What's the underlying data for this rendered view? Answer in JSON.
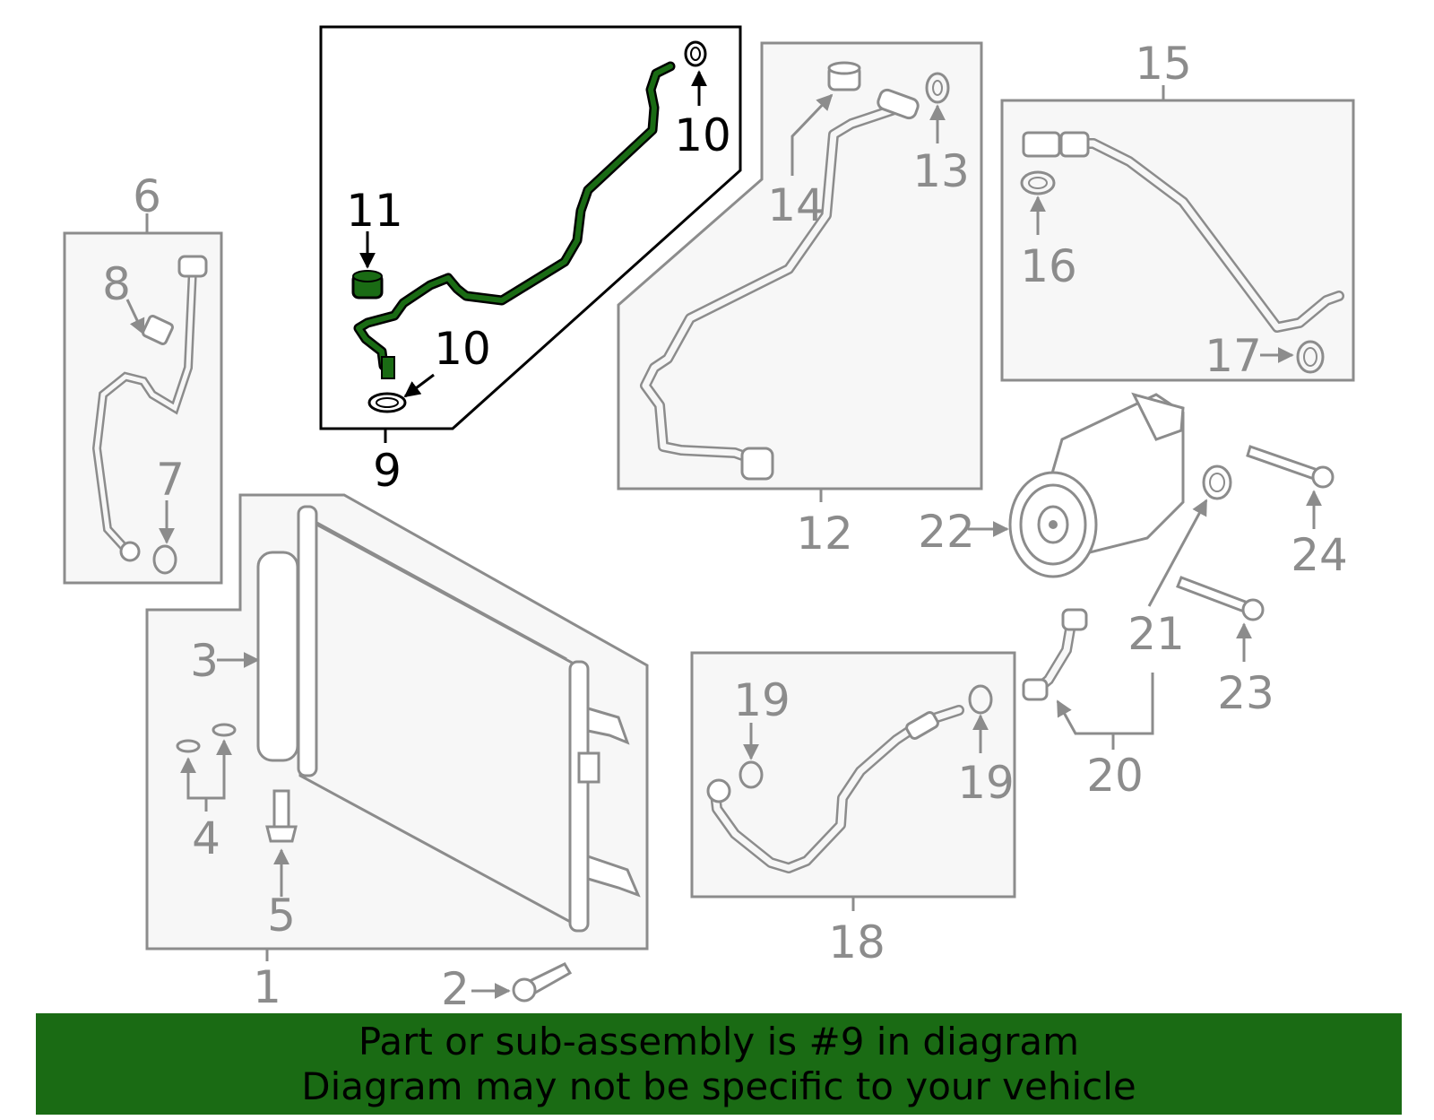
{
  "colors": {
    "highlight": "#1a6b14",
    "part_line": "#8c8c8c",
    "panel_fill": "#f7f7f7",
    "banner_bg": "#1a6b14"
  },
  "callouts": {
    "c1": "1",
    "c2": "2",
    "c3": "3",
    "c4": "4",
    "c5": "5",
    "c6": "6",
    "c7": "7",
    "c8": "8",
    "c9": "9",
    "c10a": "10",
    "c10b": "10",
    "c11": "11",
    "c12": "12",
    "c13": "13",
    "c14": "14",
    "c15": "15",
    "c16": "16",
    "c17": "17",
    "c18": "18",
    "c19a": "19",
    "c19b": "19",
    "c20": "20",
    "c21": "21",
    "c22": "22",
    "c23": "23",
    "c24": "24"
  },
  "banner": {
    "line1": "Part or sub-assembly is #9 in diagram",
    "line2": "Diagram may not be specific to your vehicle"
  }
}
